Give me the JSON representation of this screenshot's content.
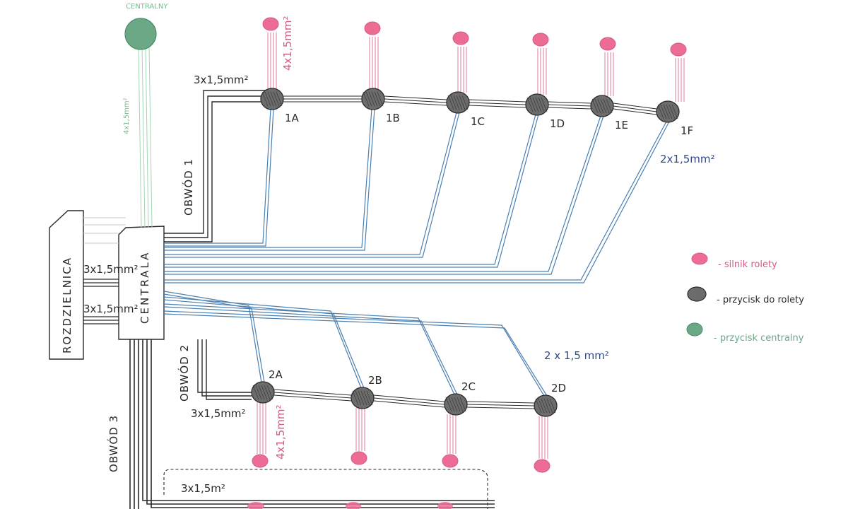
{
  "colors": {
    "ink": "#2a2a2a",
    "blue": "#4a7fb0",
    "blue_dark": "#2e4a86",
    "pink": "#e07aa0",
    "pink_fill": "#ec6c94",
    "green": "#7fc79c",
    "green_fill": "#6aa886",
    "switch_fill": "#6c6c6c"
  },
  "labels": {
    "top_centralny": "CENTRALNY",
    "rozdzielnica": "ROZDZIELNICA",
    "centrala": "CENTRALA",
    "obwod1": "OBWÓD 1",
    "obwod2": "OBWÓD 2",
    "obwod3": "OBWÓD 3",
    "green_cable": "4x1,5mm²",
    "pink_cable_top": "4x1,5mm²",
    "pink_cable_bottom": "4x1,5mm²",
    "cable_3x_top": "3x1,5mm²",
    "cable_3x_centrala_1": "3x1,5mm²",
    "cable_3x_centrala_2": "3x1,5mm²",
    "cable_3x_bottom": "3x1,5mm²",
    "cable_3x_obwod3": "3x1,5m²",
    "cable_2x_top": "2x1,5mm²",
    "cable_2x_bottom": "2 x 1,5 mm²"
  },
  "circuit1": [
    {
      "id": "1A"
    },
    {
      "id": "1B"
    },
    {
      "id": "1C"
    },
    {
      "id": "1D"
    },
    {
      "id": "1E"
    },
    {
      "id": "1F"
    }
  ],
  "circuit2": [
    {
      "id": "2A"
    },
    {
      "id": "2B"
    },
    {
      "id": "2C"
    },
    {
      "id": "2D"
    }
  ],
  "legend": [
    {
      "icon": "motor-icon",
      "text": "- silnik rolety"
    },
    {
      "icon": "switch-icon",
      "text": "- przycisk do rolety"
    },
    {
      "icon": "central-switch-icon",
      "text": "- przycisk centralny"
    }
  ]
}
